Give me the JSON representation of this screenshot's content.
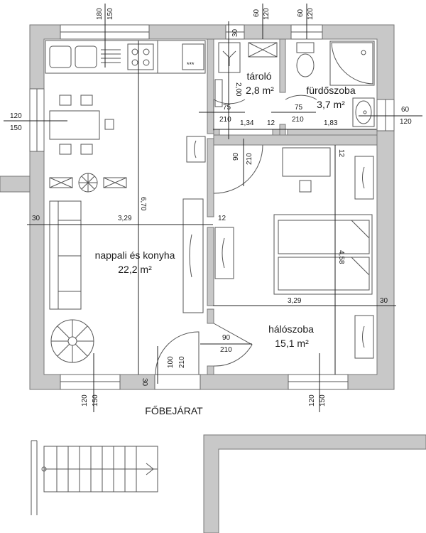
{
  "rooms": {
    "living": {
      "name": "nappali és konyha",
      "area": "22,2 m²"
    },
    "storage": {
      "name": "tároló",
      "area": "2,8 m²"
    },
    "bath": {
      "name": "fürdőszoba",
      "area": "3,7 m²"
    },
    "bedroom": {
      "name": "hálószoba",
      "area": "15,1 m²"
    }
  },
  "entrance_label": "FŐBEJÁRAT",
  "dimensions": {
    "top_kitchen_window": [
      "180",
      "150"
    ],
    "top_storage_window": [
      "60",
      "120"
    ],
    "top_bath_window": [
      "60",
      "120"
    ],
    "storage_wall": "30",
    "left_window": [
      "120",
      "150"
    ],
    "right_window": [
      "60",
      "120"
    ],
    "storage_door": [
      "75",
      "210"
    ],
    "bath_door": [
      "75",
      "210"
    ],
    "storage_height": "2,00",
    "storage_width": "1,34",
    "wall_12_a": "12",
    "bath_width": "1,83",
    "storage_bottom_door": [
      "90",
      "210"
    ],
    "wall_12_b": "12",
    "living_length": "6,70",
    "left_wall": "30",
    "living_width": "3,29",
    "middle_wall": "12",
    "bedroom_length": "4,58",
    "bedroom_width": "3,29",
    "right_wall": "30",
    "bedroom_door": [
      "90",
      "210"
    ],
    "entrance_door": [
      "100",
      "210"
    ],
    "bottom_wall": "30",
    "bottom_left_window": [
      "120",
      "150"
    ],
    "bottom_right_window": [
      "120",
      "150"
    ]
  },
  "icons": [
    "stove-icon",
    "sink-icon",
    "toilet-icon",
    "shower-icon",
    "washbasin-icon",
    "plant-icon",
    "fan-icon"
  ],
  "colors": {
    "wall": "#c8c8c8",
    "line": "#555555"
  }
}
